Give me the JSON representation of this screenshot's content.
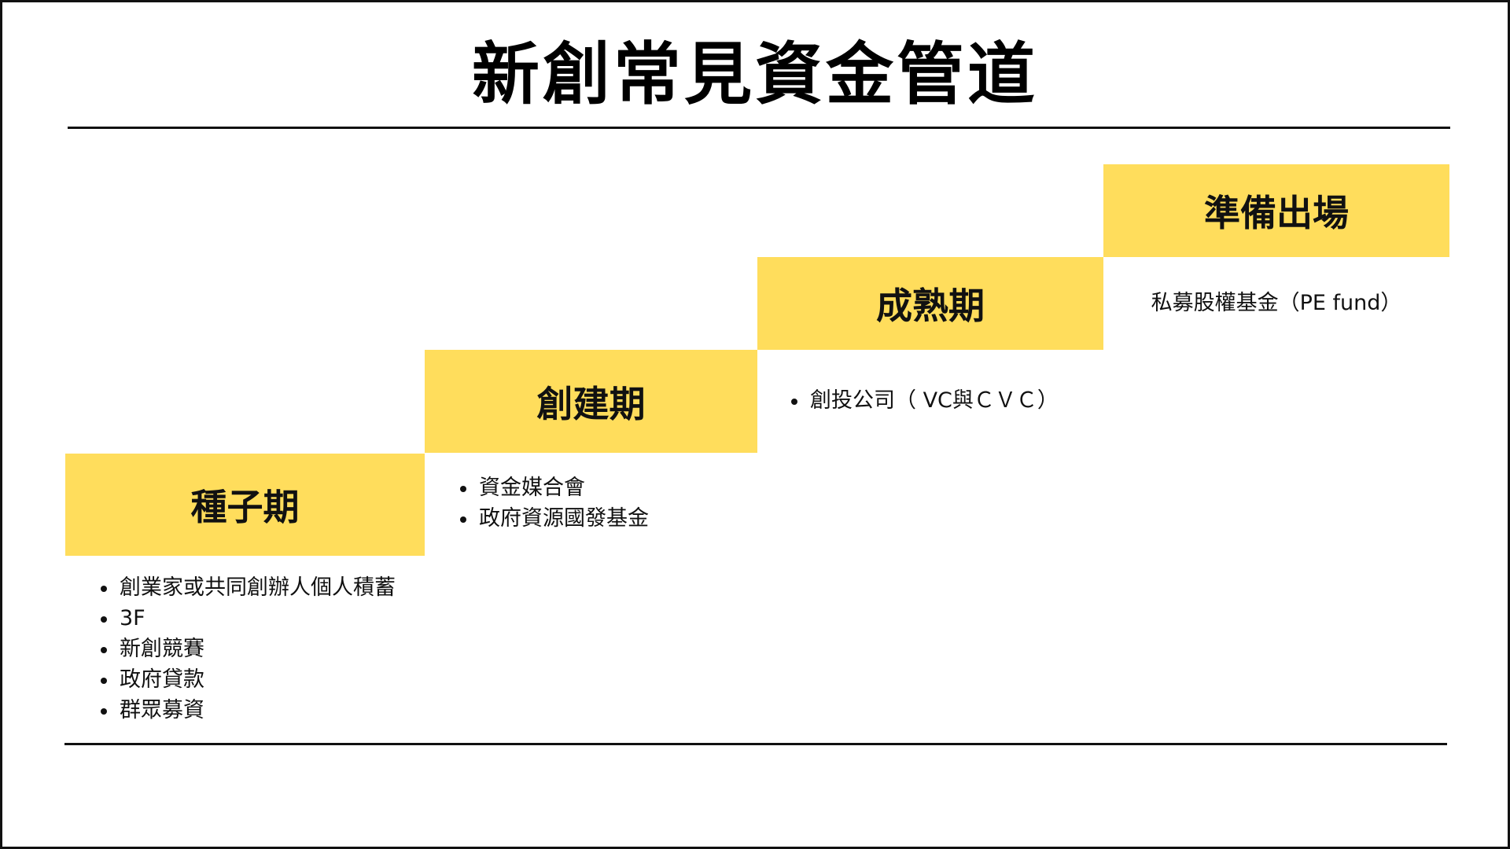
{
  "title": "新創常見資金管道",
  "colors": {
    "stage_fill": "#FFDD5C",
    "text": "#111111",
    "rule": "#111111"
  },
  "stages": [
    {
      "name": "種子期",
      "items": [
        "創業家或共同創辦人個人積蓄",
        "3F",
        "新創競賽",
        "政府貸款",
        "群眾募資"
      ]
    },
    {
      "name": "創建期",
      "items": [
        "資金媒合會",
        "政府資源國發基金"
      ]
    },
    {
      "name": "成熟期",
      "items": [
        "創投公司（ VC與ＣＶＣ）"
      ]
    },
    {
      "name": "準備出場",
      "text": "私募股權基金（PE fund）"
    }
  ]
}
